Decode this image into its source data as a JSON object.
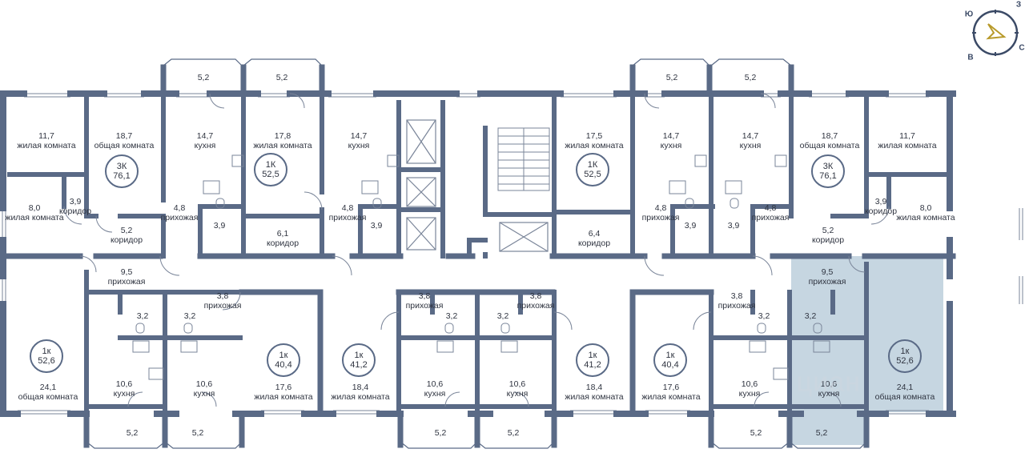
{
  "colors": {
    "wall": "#5a6a86",
    "highlight": "#c6d6e1",
    "text": "#2f3440",
    "compass_arrow": "#b89a2a",
    "icon": "#7a8599"
  },
  "compass": {
    "south": "Ю",
    "west": "З",
    "east": "В",
    "north": "С",
    "arrow_icon": "arrow-icon"
  },
  "units": [
    {
      "type": "3К",
      "area": "76,1"
    },
    {
      "type": "1К",
      "area": "52,5"
    },
    {
      "type": "1К",
      "area": "52,5"
    },
    {
      "type": "3К",
      "area": "76,1"
    },
    {
      "type": "1к",
      "area": "52,6"
    },
    {
      "type": "1к",
      "area": "40,4"
    },
    {
      "type": "1к",
      "area": "41,2"
    },
    {
      "type": "1к",
      "area": "41,2"
    },
    {
      "type": "1к",
      "area": "40,4"
    },
    {
      "type": "1к",
      "area": "52,6"
    }
  ],
  "rooms": [
    {
      "v": "11,7",
      "n": "жилая комната"
    },
    {
      "v": "18,7",
      "n": "общая комната"
    },
    {
      "v": "14,7",
      "n": "кухня"
    },
    {
      "v": "17,8",
      "n": "жилая комната"
    },
    {
      "v": "14,7",
      "n": "кухня"
    },
    {
      "v": "17,5",
      "n": "жилая комната"
    },
    {
      "v": "14,7",
      "n": "кухня"
    },
    {
      "v": "14,7",
      "n": "кухня"
    },
    {
      "v": "18,7",
      "n": "общая комната"
    },
    {
      "v": "11,7",
      "n": "жилая комната"
    },
    {
      "v": "8,0",
      "n": "жилая комната"
    },
    {
      "v": "3,9",
      "n": "коридор"
    },
    {
      "v": "5,2",
      "n": "коридор"
    },
    {
      "v": "4,8",
      "n": "прихожая"
    },
    {
      "v": "3,9",
      "n": ""
    },
    {
      "v": "6,1",
      "n": "коридор"
    },
    {
      "v": "4,8",
      "n": "прихожая"
    },
    {
      "v": "3,9",
      "n": ""
    },
    {
      "v": "6,4",
      "n": "коридор"
    },
    {
      "v": "4,8",
      "n": "прихожая"
    },
    {
      "v": "3,9",
      "n": ""
    },
    {
      "v": "3,9",
      "n": ""
    },
    {
      "v": "4,8",
      "n": "прихожая"
    },
    {
      "v": "5,2",
      "n": "коридор"
    },
    {
      "v": "3,9",
      "n": "коридор"
    },
    {
      "v": "8,0",
      "n": "жилая комната"
    },
    {
      "v": "9,5",
      "n": "прихожая"
    },
    {
      "v": "3,8",
      "n": "прихожая"
    },
    {
      "v": "3,8",
      "n": "прихожая"
    },
    {
      "v": "3,8",
      "n": "прихожая"
    },
    {
      "v": "3,8",
      "n": "прихожая"
    },
    {
      "v": "9,5",
      "n": "прихожая"
    },
    {
      "v": "3,2",
      "n": ""
    },
    {
      "v": "3,2",
      "n": ""
    },
    {
      "v": "3,2",
      "n": ""
    },
    {
      "v": "3,2",
      "n": ""
    },
    {
      "v": "3,2",
      "n": ""
    },
    {
      "v": "3,2",
      "n": ""
    },
    {
      "v": "24,1",
      "n": "общая комната"
    },
    {
      "v": "10,6",
      "n": "кухня"
    },
    {
      "v": "10,6",
      "n": "кухня"
    },
    {
      "v": "17,6",
      "n": "жилая комната"
    },
    {
      "v": "18,4",
      "n": "жилая комната"
    },
    {
      "v": "10,6",
      "n": "кухня"
    },
    {
      "v": "10,6",
      "n": "кухня"
    },
    {
      "v": "18,4",
      "n": "жилая комната"
    },
    {
      "v": "17,6",
      "n": "жилая комната"
    },
    {
      "v": "10,6",
      "n": "кухня"
    },
    {
      "v": "10,6",
      "n": "кухня"
    },
    {
      "v": "24,1",
      "n": "общая комната"
    }
  ],
  "balconies": [
    "5,2",
    "5,2",
    "5,2",
    "5,2",
    "5,2",
    "5,2",
    "5,2",
    "5,2",
    "5,2",
    "5,2"
  ],
  "watermark": "циан"
}
